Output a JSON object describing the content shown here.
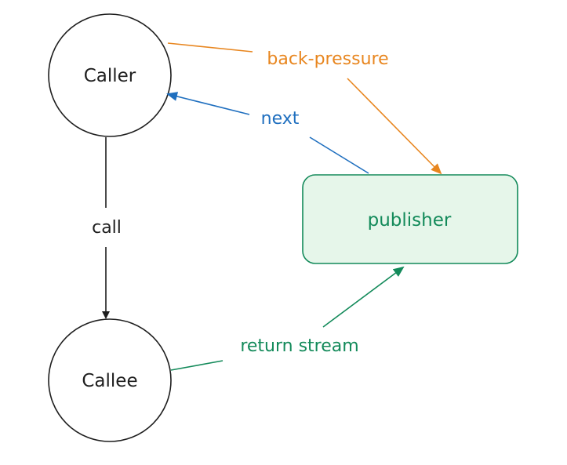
{
  "nodes": {
    "caller": {
      "label": "Caller"
    },
    "callee": {
      "label": "Callee"
    },
    "publisher": {
      "label": "publisher"
    }
  },
  "edges": {
    "call": {
      "label": "call"
    },
    "next": {
      "label": "next"
    },
    "back_pressure": {
      "label": "back-pressure"
    },
    "return_stream": {
      "label": "return stream"
    }
  },
  "colors": {
    "stroke": "#1e1e1e",
    "orange": "#e8861f",
    "blue": "#1f6fbf",
    "green": "#138a5a",
    "publisher_fill": "#e6f6ea",
    "background": "#ffffff"
  }
}
